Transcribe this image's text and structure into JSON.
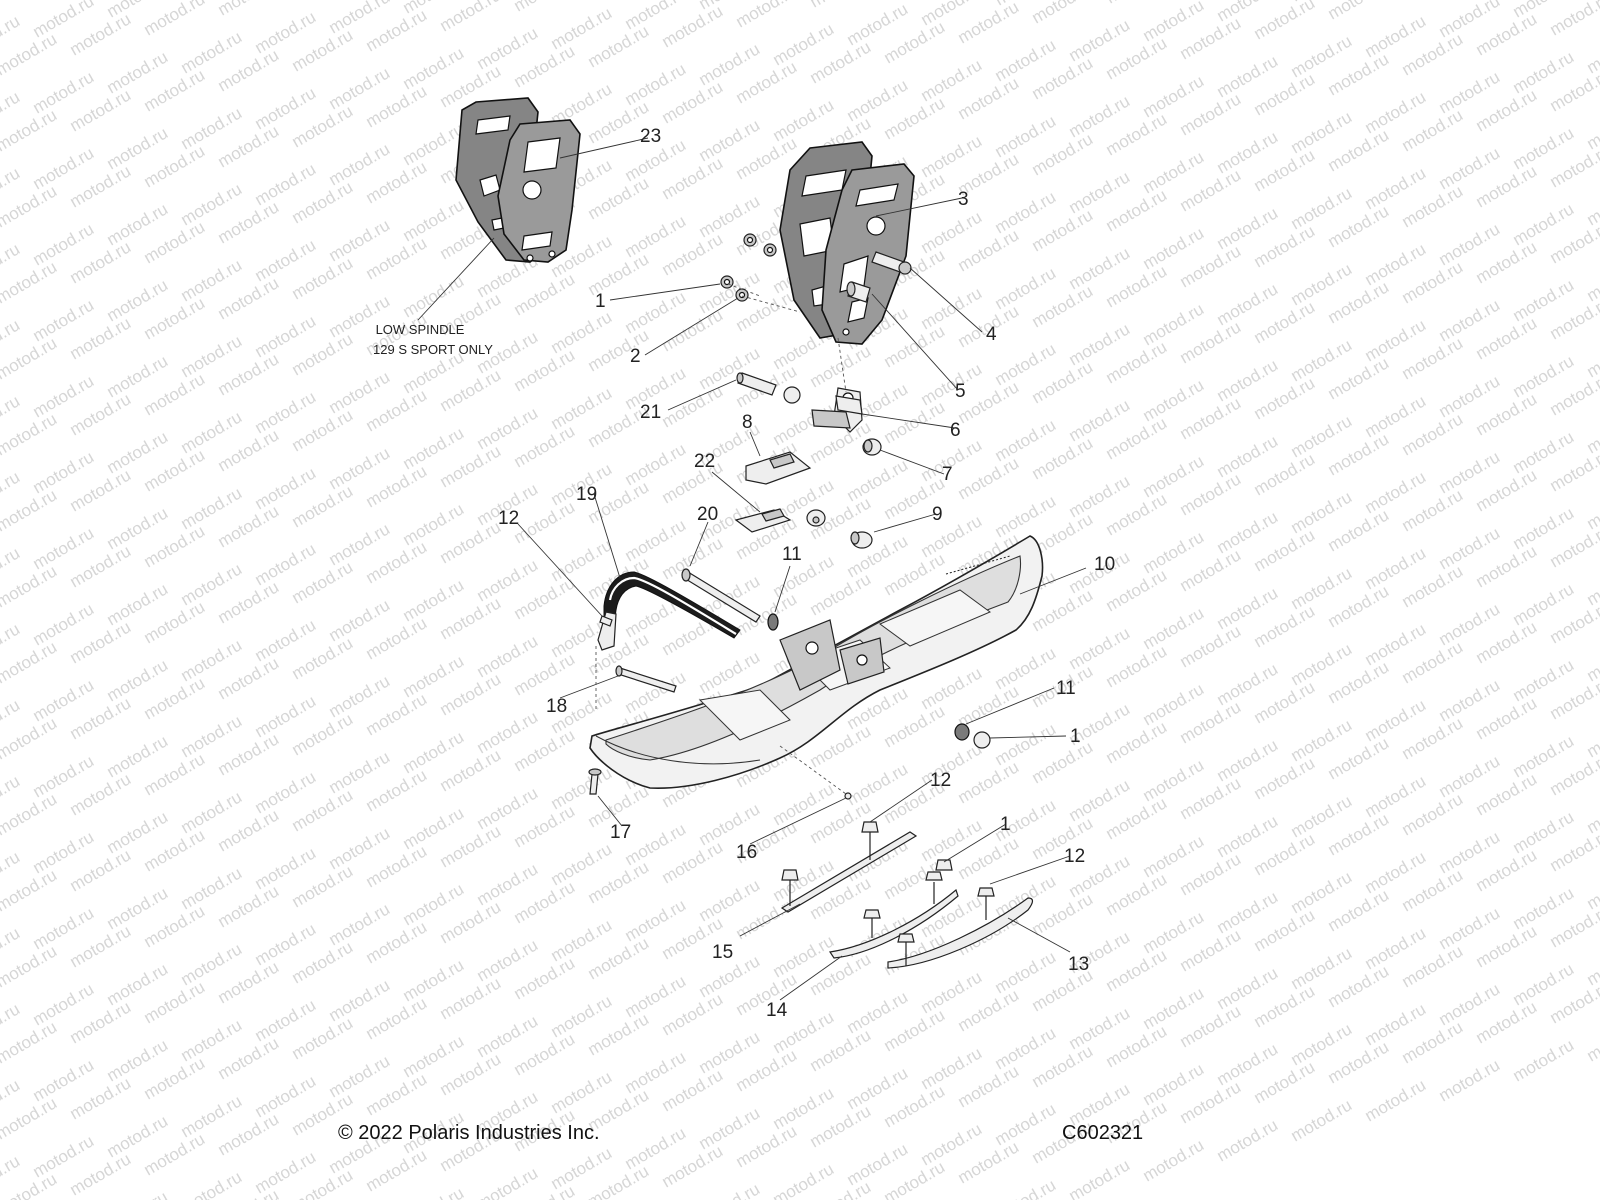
{
  "watermark": "motod.ru",
  "note": {
    "line1": "LOW SPINDLE",
    "line2": "129 S SPORT ONLY"
  },
  "labels": {
    "l1a": "1",
    "l1b": "1",
    "l1c": "1",
    "l2": "2",
    "l3": "3",
    "l4": "4",
    "l5": "5",
    "l6": "6",
    "l7": "7",
    "l8": "8",
    "l9": "9",
    "l10": "10",
    "l11a": "11",
    "l11b": "11",
    "l12a": "12",
    "l12b": "12",
    "l12c": "12",
    "l13": "13",
    "l14": "14",
    "l15": "15",
    "l16": "16",
    "l17": "17",
    "l18": "18",
    "l19": "19",
    "l20": "20",
    "l21": "21",
    "l22": "22",
    "l23": "23"
  },
  "footer": {
    "copyright": "© 2022 Polaris Industries Inc.",
    "code": "C602321"
  },
  "colors": {
    "watermark": "#d6d6d6",
    "line": "#222222",
    "plate": "#9a9a9a"
  }
}
